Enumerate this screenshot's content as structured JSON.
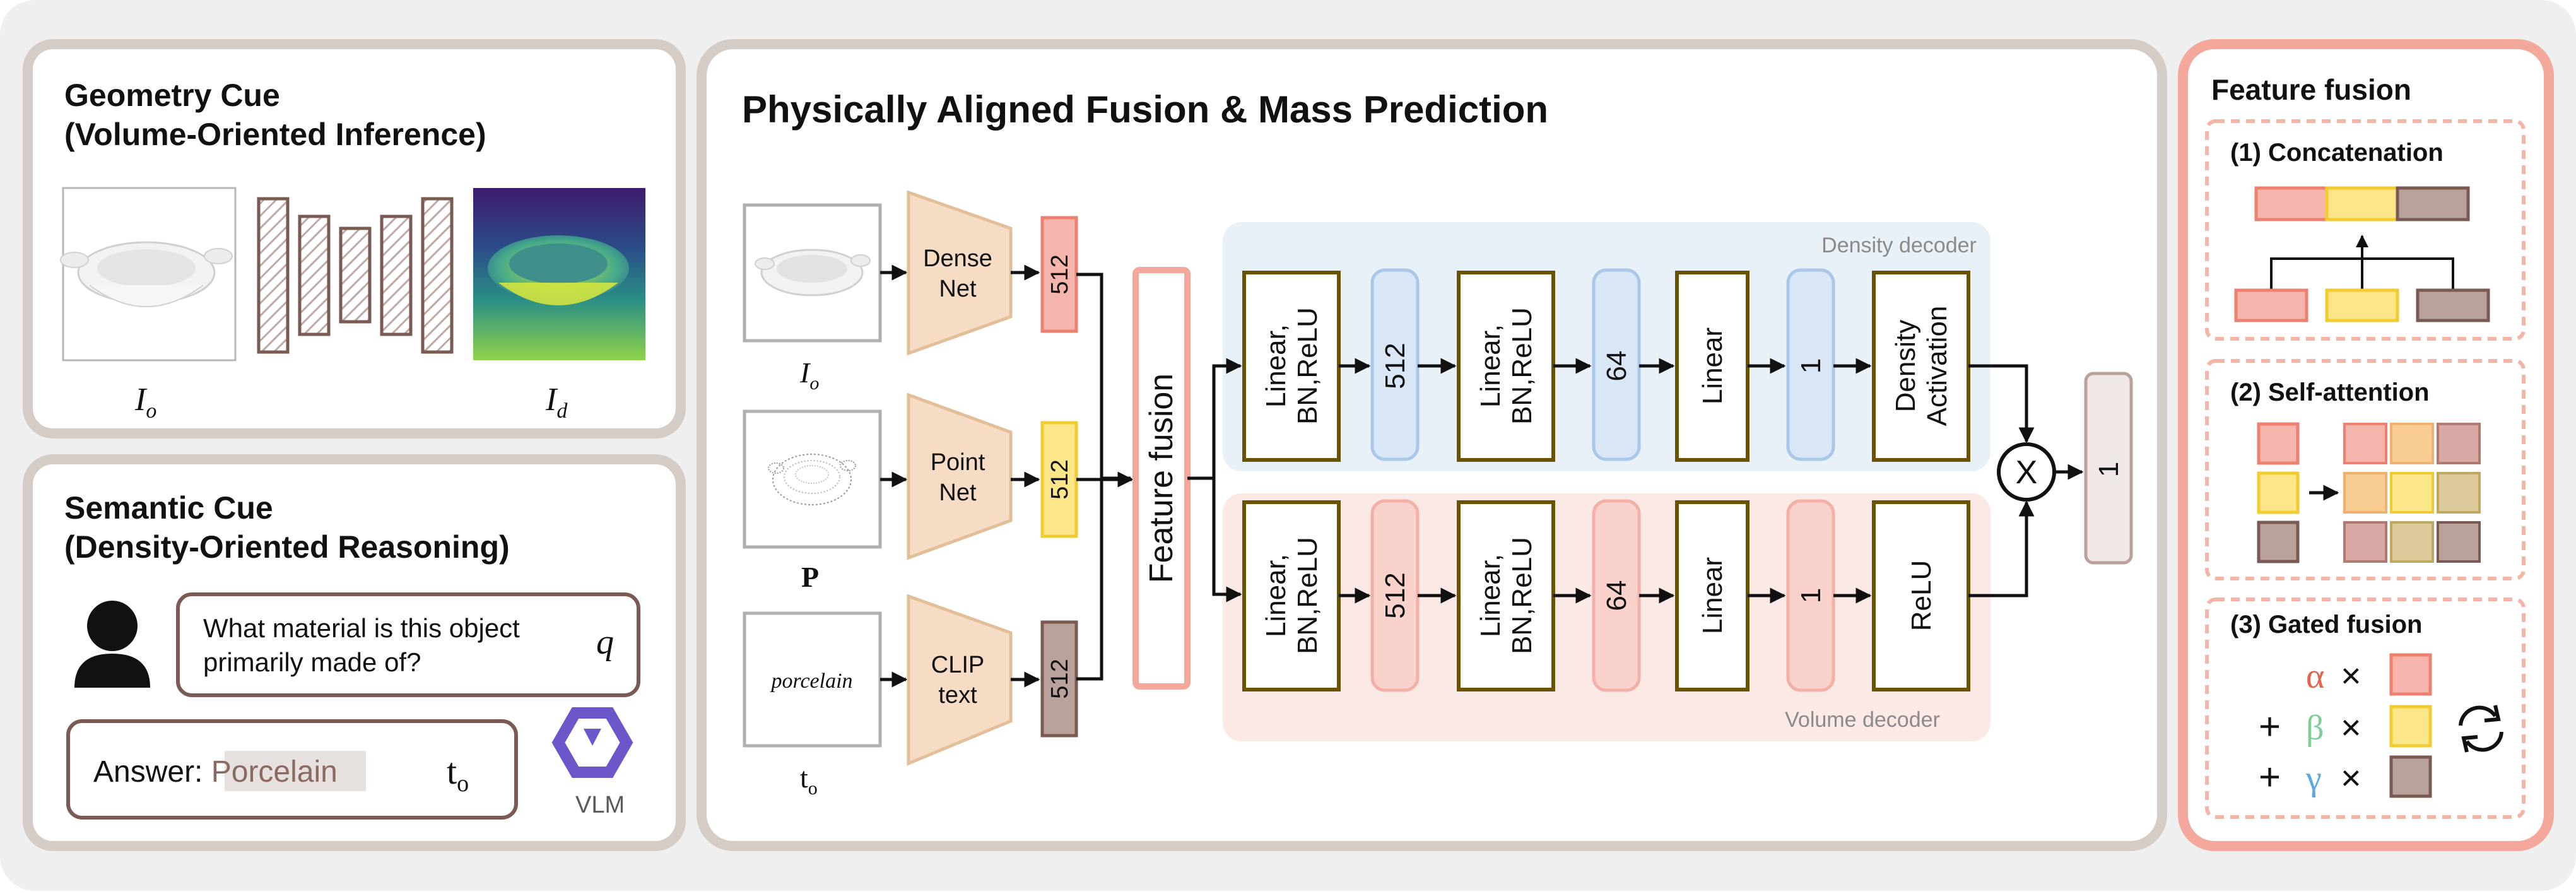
{
  "geometry": {
    "title_line1": "Geometry Cue",
    "title_line2": "(Volume-Oriented Inference)",
    "io_label": "I",
    "io_sub": "o",
    "id_label": "I",
    "id_sub": "d"
  },
  "semantic": {
    "title_line1": "Semantic Cue",
    "title_line2": "(Density-Oriented Reasoning)",
    "question_line1": "What material is this object",
    "question_line2": "primarily made of?",
    "q_symbol": "q",
    "answer_prefix": "Answer: ",
    "answer_value": "Porcelain",
    "to_label": "t",
    "to_sub": "o",
    "vlm_label": "VLM"
  },
  "main": {
    "title": "Physically Aligned Fusion & Mass Prediction",
    "inputs": {
      "image_label": "I",
      "image_sub": "o",
      "pointcloud_label": "P",
      "text_word": "porcelain",
      "text_label": "t",
      "text_sub": "o"
    },
    "encoders": {
      "densenet_line1": "Dense",
      "densenet_line2": "Net",
      "pointnet_line1": "Point",
      "pointnet_line2": "Net",
      "clip_line1": "CLIP",
      "clip_line2": "text"
    },
    "feature_dim": "512",
    "fusion_label": "Feature fusion",
    "density_decoder": {
      "label": "Density decoder",
      "block1_line1": "Linear,",
      "block1_line2": "BN,ReLU",
      "dim1": "512",
      "block2_line1": "Linear,",
      "block2_line2": "BN,ReLU",
      "dim2": "64",
      "linear": "Linear",
      "dim3": "1",
      "act_line1": "Density",
      "act_line2": "Activation"
    },
    "volume_decoder": {
      "label": "Volume decoder",
      "block1_line1": "Linear,",
      "block1_line2": "BN,ReLU",
      "dim1": "512",
      "block2_line1": "Linear,",
      "block2_line2": "BN,ReLU",
      "dim2": "64",
      "linear": "Linear",
      "dim3": "1",
      "act": "ReLU"
    },
    "multiply": "X",
    "output": "1"
  },
  "fusion_panel": {
    "title": "Feature fusion",
    "concat_title": "(1) Concatenation",
    "attention_title": "(2) Self-attention",
    "gated_title": "(3) Gated fusion",
    "alpha": "α",
    "beta": "β",
    "gamma": "γ",
    "times": "×",
    "plus": "+"
  },
  "colors": {
    "image_feature": "#f5b5ad",
    "point_feature": "#fbe68a",
    "text_feature": "#b9a29c",
    "encoder_fill": "#f6dcc4",
    "density_bg": "#e8f0f8",
    "volume_bg": "#fbe9e6",
    "panel_border": "#d6ccc6",
    "fusion_border": "#f4a89c",
    "block_border": "#6a5200"
  }
}
